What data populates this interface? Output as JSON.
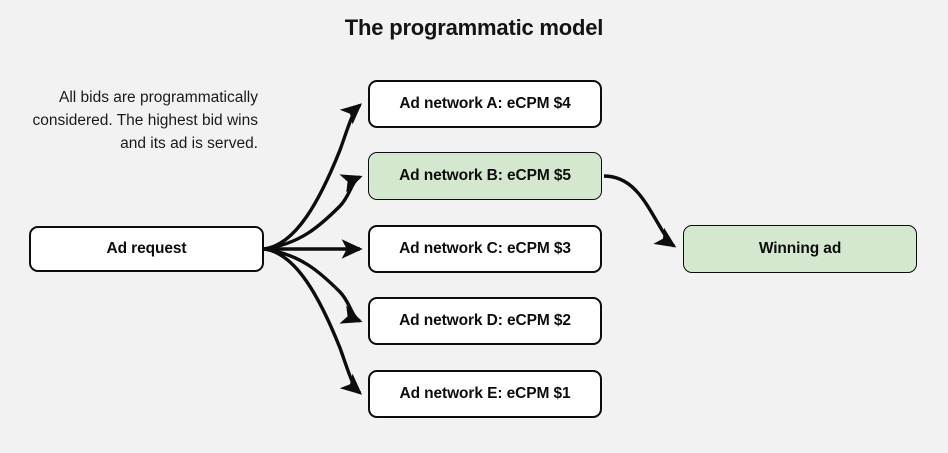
{
  "title": "The programmatic model",
  "description": "All bids are programmatically considered. The highest bid wins and its ad is served.",
  "colors": {
    "background": "#f2f2f2",
    "node_fill": "#ffffff",
    "highlight_fill": "#d4e8d0",
    "stroke": "#0d0d0d",
    "text": "#0d0d0d"
  },
  "nodes": {
    "request": {
      "label": "Ad request",
      "highlighted": false
    },
    "network_a": {
      "label": "Ad network A: eCPM $4",
      "highlighted": false
    },
    "network_b": {
      "label": "Ad network B: eCPM $5",
      "highlighted": true
    },
    "network_c": {
      "label": "Ad network C: eCPM $3",
      "highlighted": false
    },
    "network_d": {
      "label": "Ad network D: eCPM $2",
      "highlighted": false
    },
    "network_e": {
      "label": "Ad network E: eCPM $1",
      "highlighted": false
    },
    "winner": {
      "label": "Winning ad",
      "highlighted": true
    }
  },
  "edges": [
    {
      "from": "request",
      "to": "network_a",
      "style": "curved-arrow"
    },
    {
      "from": "request",
      "to": "network_b",
      "style": "curved-arrow"
    },
    {
      "from": "request",
      "to": "network_c",
      "style": "straight-arrow"
    },
    {
      "from": "request",
      "to": "network_d",
      "style": "curved-arrow"
    },
    {
      "from": "request",
      "to": "network_e",
      "style": "curved-arrow"
    },
    {
      "from": "network_b",
      "to": "winner",
      "style": "curved-arrow"
    }
  ]
}
